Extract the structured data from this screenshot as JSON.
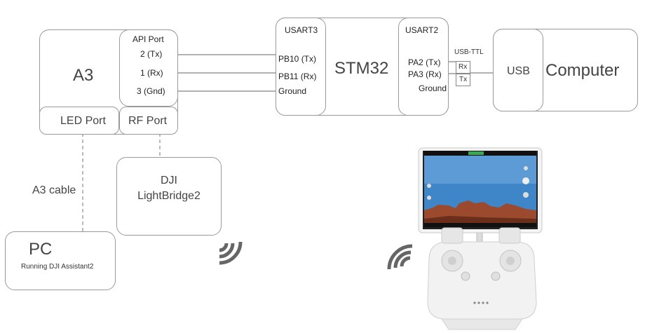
{
  "a3": {
    "title": "A3",
    "api_port": "API Port",
    "pins": [
      "2 (Tx)",
      "1 (Rx)",
      "3 (Gnd)"
    ],
    "led_port": "LED Port",
    "rf_port": "RF Port"
  },
  "stm32": {
    "title": "STM32",
    "usart3": "USART3",
    "usart3_pins": [
      "PB10 (Tx)",
      "PB11 (Rx)",
      "Ground"
    ],
    "usart2": "USART2",
    "usart2_pins": [
      "PA2 (Tx)",
      "PA3 (Rx)",
      "Ground"
    ]
  },
  "usb_ttl": {
    "label": "USB-TTL",
    "rx": "Rx",
    "tx": "Tx"
  },
  "computer": {
    "title": "Computer",
    "usb": "USB"
  },
  "lightbridge": {
    "line1": "DJI",
    "line2": "LightBridge2"
  },
  "pc": {
    "title": "PC",
    "subtitle": "Running DJI Assistant2"
  },
  "cable": {
    "label": "A3 cable"
  },
  "colors": {
    "border": "#9a9a9a",
    "line": "#666666",
    "signal": "#666666",
    "screen_sky": "#3f86c9",
    "rock": "#9b4a2e"
  }
}
